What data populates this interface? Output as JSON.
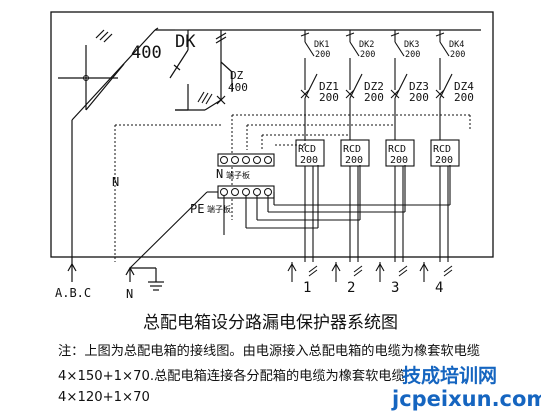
{
  "diagram": {
    "main_switch_rating": "400",
    "main_switch_label": "DK",
    "main_rcd_label": "DZ",
    "main_rcd_rating": "400",
    "branch_switches": [
      {
        "label": "DK1",
        "rating": "200"
      },
      {
        "label": "DK2",
        "rating": "200"
      },
      {
        "label": "DK3",
        "rating": "200"
      },
      {
        "label": "DK4",
        "rating": "200"
      }
    ],
    "branch_breakers": [
      {
        "label": "DZ1",
        "rating": "200"
      },
      {
        "label": "DZ2",
        "rating": "200"
      },
      {
        "label": "DZ3",
        "rating": "200"
      },
      {
        "label": "DZ4",
        "rating": "200"
      }
    ],
    "rcd_units": [
      {
        "label": "RCD",
        "rating": "200"
      },
      {
        "label": "RCD",
        "rating": "200"
      },
      {
        "label": "RCD",
        "rating": "200"
      },
      {
        "label": "RCD",
        "rating": "200"
      }
    ],
    "n_terminal_label": "N",
    "n_terminal_sub": "端子板",
    "pe_terminal_label": "PE",
    "pe_terminal_sub": "端子板",
    "n_wire_label": "N",
    "input_label": "A.B.C",
    "bottom_n_label": "N",
    "outputs": [
      "1",
      "2",
      "3",
      "4"
    ]
  },
  "caption": "总配电箱设分路漏电保护器系统图",
  "notes": [
    "注：上图为总配电箱的接线图。由电源接入总配电箱的电缆为橡套软电缆",
    "4×150+1×70.总配电箱连接各分配箱的电缆为橡套软电缆",
    "4×120+1×70"
  ],
  "watermark": {
    "line1": "技成培训网",
    "line2": "jcpeixun.com"
  }
}
